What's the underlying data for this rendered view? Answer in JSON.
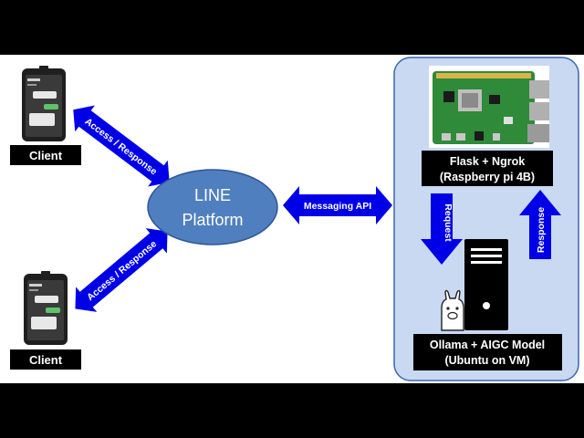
{
  "clients": [
    {
      "label": "Client"
    },
    {
      "label": "Client"
    }
  ],
  "links": {
    "top_client": "Access / Response",
    "bottom_client": "Access / Response",
    "messaging": "Messaging API",
    "request": "Request",
    "response": "Response"
  },
  "platform": {
    "line1": "LINE",
    "line2": "Platform"
  },
  "server_top": {
    "line1": "Flask + Ngrok",
    "line2": "(Raspberry pi 4B)"
  },
  "server_bottom": {
    "line1": "Ollama + AIGC Model",
    "line2": "(Ubuntu on VM)"
  },
  "colors": {
    "arrow": "#0000e6",
    "ellipse": "#4f7fbf",
    "panel": "#c9d9f2",
    "panel_border": "#3b66b0",
    "label_bg": "#000000",
    "board": "#2f8a3a"
  }
}
